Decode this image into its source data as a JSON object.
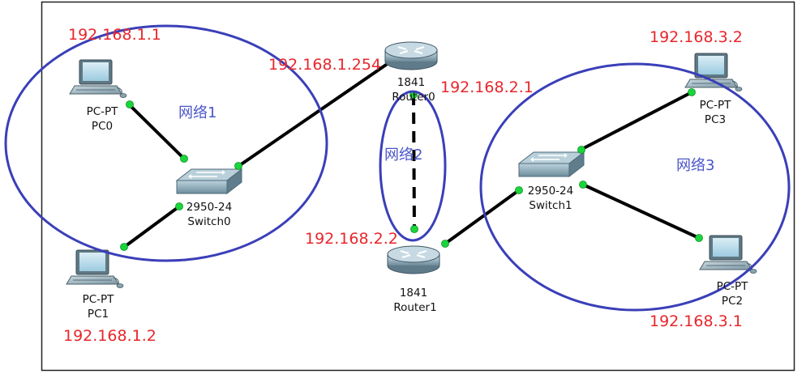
{
  "colors": {
    "ip_label": "#e8262b",
    "network_label": "#4a55c8",
    "network_ellipse": "#3a3fb8",
    "link": "#000000",
    "port_dot": "#19d63a"
  },
  "devices": {
    "pc0": {
      "model": "PC-PT",
      "name": "PC0",
      "ip": "192.168.1.1"
    },
    "pc1": {
      "model": "PC-PT",
      "name": "PC1",
      "ip": "192.168.1.2"
    },
    "pc2": {
      "model": "PC-PT",
      "name": "PC2",
      "ip": "192.168.3.1"
    },
    "pc3": {
      "model": "PC-PT",
      "name": "PC3",
      "ip": "192.168.3.2"
    },
    "switch0": {
      "model": "2950-24",
      "name": "Switch0"
    },
    "switch1": {
      "model": "2950-24",
      "name": "Switch1"
    },
    "router0": {
      "model": "1841",
      "name": "Router0",
      "ip_left": "192.168.1.254",
      "ip_right": "192.168.2.1"
    },
    "router1": {
      "model": "1841",
      "name": "Router1",
      "ip": "192.168.2.2"
    }
  },
  "networks": {
    "net1": "网络1",
    "net2": "网络2",
    "net3": "网络3"
  },
  "links": [
    {
      "from": "PC0",
      "to": "Switch0",
      "style": "solid"
    },
    {
      "from": "PC1",
      "to": "Switch0",
      "style": "solid"
    },
    {
      "from": "Switch0",
      "to": "Router0",
      "style": "solid"
    },
    {
      "from": "Router0",
      "to": "Router1",
      "style": "dashed"
    },
    {
      "from": "Router1",
      "to": "Switch1",
      "style": "solid"
    },
    {
      "from": "Switch1",
      "to": "PC3",
      "style": "solid"
    },
    {
      "from": "Switch1",
      "to": "PC2",
      "style": "solid"
    }
  ]
}
